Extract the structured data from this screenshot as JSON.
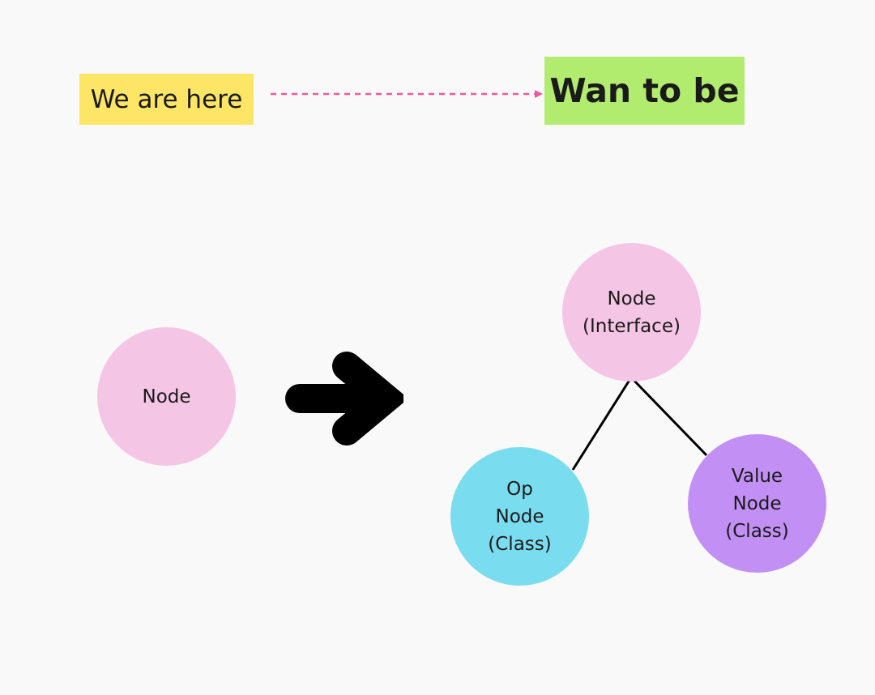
{
  "stickies": {
    "current": {
      "label": "We are here",
      "color": "#fde566"
    },
    "goal": {
      "label": "Wan to be",
      "color": "#b2ec6f"
    }
  },
  "nodes": {
    "single": {
      "label": "Node",
      "color": "#f5c5e6"
    },
    "interface": {
      "label": "Node\n(Interface)",
      "color": "#f5c5e6"
    },
    "op": {
      "label": "Op\nNode\n(Class)",
      "color": "#7adcef"
    },
    "value": {
      "label": "Value\nNode\n(Class)",
      "color": "#c290f5"
    }
  },
  "connector_color": "#000000",
  "dashed_arrow_color": "#f0589b",
  "icons": {
    "transform_arrow": "right-arrow-icon",
    "dashed_arrow": "dashed-arrow"
  }
}
